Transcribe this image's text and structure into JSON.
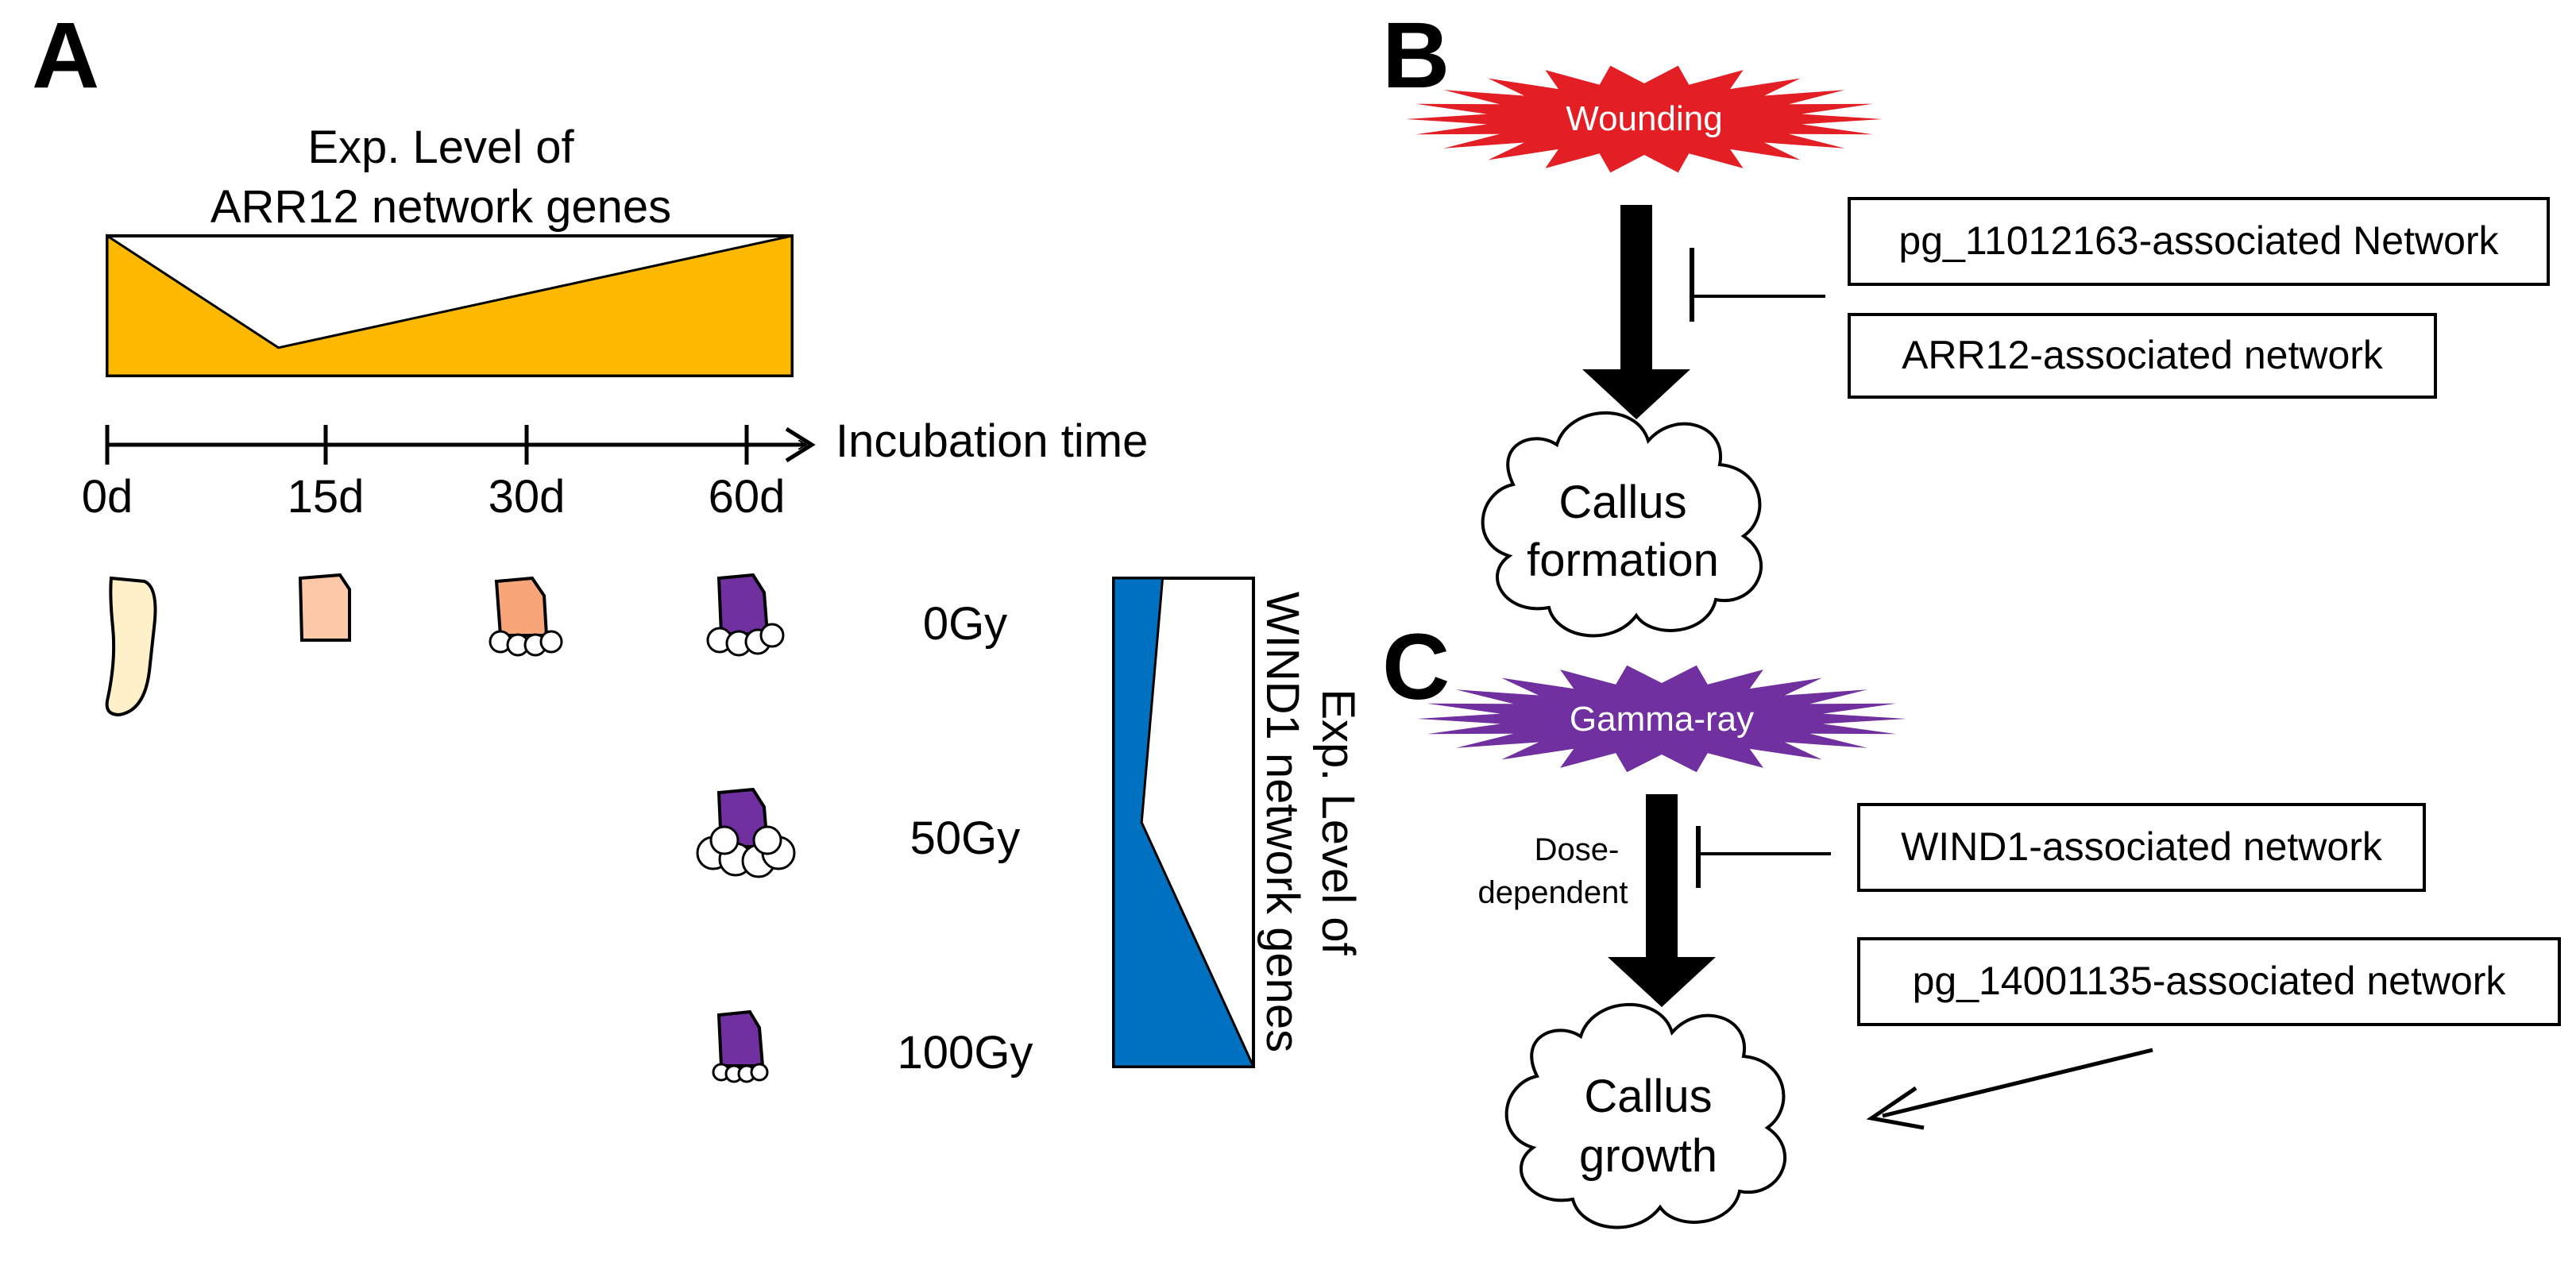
{
  "panels": {
    "a": "A",
    "b": "B",
    "c": "C"
  },
  "panel_a": {
    "arr12_label_line1": "Exp. Level of",
    "arr12_label_line2": "ARR12 network genes",
    "arr12_profile": {
      "days": [
        0,
        15,
        60
      ],
      "relative_level": [
        1.0,
        0.2,
        1.0
      ]
    },
    "timeline_label": "Incubation time",
    "time_points": [
      "0d",
      "15d",
      "30d",
      "60d"
    ],
    "doses": [
      "0Gy",
      "50Gy",
      "100Gy"
    ],
    "wind1_label_line1": "Exp. Level of",
    "wind1_label_line2": "WIND1 network genes",
    "wind1_profile": {
      "doses_gy": [
        0,
        50,
        100
      ],
      "relative_level": [
        0.35,
        0.2,
        1.0
      ]
    }
  },
  "panel_b": {
    "trigger": "Wounding",
    "inhibitor_1": "pg_11012163-associated Network",
    "inhibitor_2": "ARR12-associated network",
    "outcome_line1": "Callus",
    "outcome_line2": "formation"
  },
  "panel_c": {
    "trigger": "Gamma-ray",
    "arrow_note_line1": "Dose-",
    "arrow_note_line2": "dependent",
    "inhibitor": "WIND1-associated network",
    "promoter": "pg_14001135-associated network",
    "outcome_line1": "Callus",
    "outcome_line2": "growth"
  },
  "colors": {
    "arr12_fill": "#FDB900",
    "wind1_fill": "#0070C0",
    "wounding_burst": "#E31E24",
    "gamma_burst": "#7030A0",
    "explant_day0": "#FEF0C9",
    "explant_day15": "#FBC9A8",
    "explant_day30": "#F8A57A",
    "explant_day60": "#7030A0"
  }
}
